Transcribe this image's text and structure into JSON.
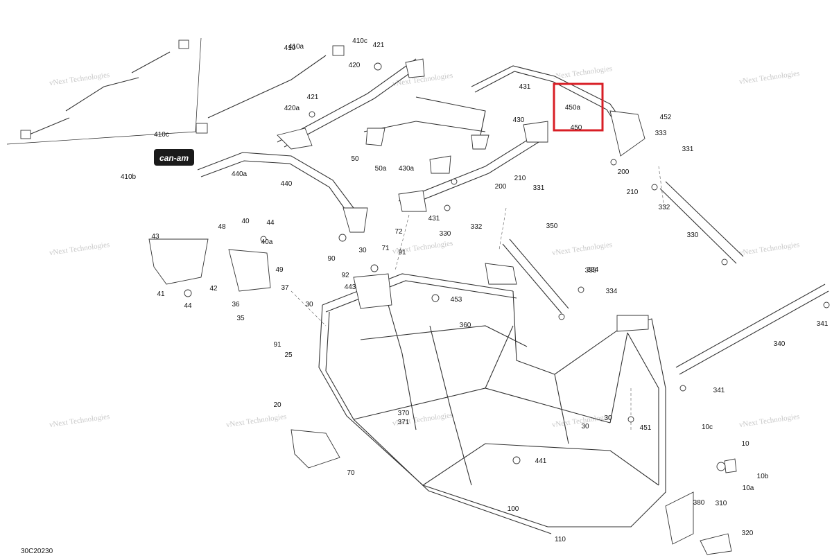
{
  "diagram": {
    "code": "30C20230",
    "brand_badge": "can-am",
    "watermark": "vNext Technologies",
    "highlight_color": "#d81e25",
    "callouts": [
      "410a",
      "410c",
      "421",
      "410",
      "420",
      "410c",
      "420a",
      "421",
      "410b",
      "440a",
      "440",
      "50",
      "50a",
      "430a",
      "431",
      "450a",
      "450",
      "430",
      "431",
      "452",
      "333",
      "331",
      "200",
      "210",
      "332",
      "330",
      "334",
      "333",
      "200",
      "210",
      "331",
      "332",
      "350",
      "330",
      "334",
      "43",
      "48",
      "40",
      "44",
      "40a",
      "90",
      "30",
      "71",
      "72",
      "91",
      "92",
      "443",
      "453",
      "49",
      "41",
      "42",
      "37",
      "36",
      "44",
      "35",
      "30",
      "91",
      "25",
      "360",
      "340",
      "341",
      "341",
      "20",
      "370",
      "371",
      "30",
      "30",
      "451",
      "10c",
      "10",
      "10b",
      "10a",
      "441",
      "70",
      "380",
      "310",
      "100",
      "110",
      "320"
    ]
  }
}
